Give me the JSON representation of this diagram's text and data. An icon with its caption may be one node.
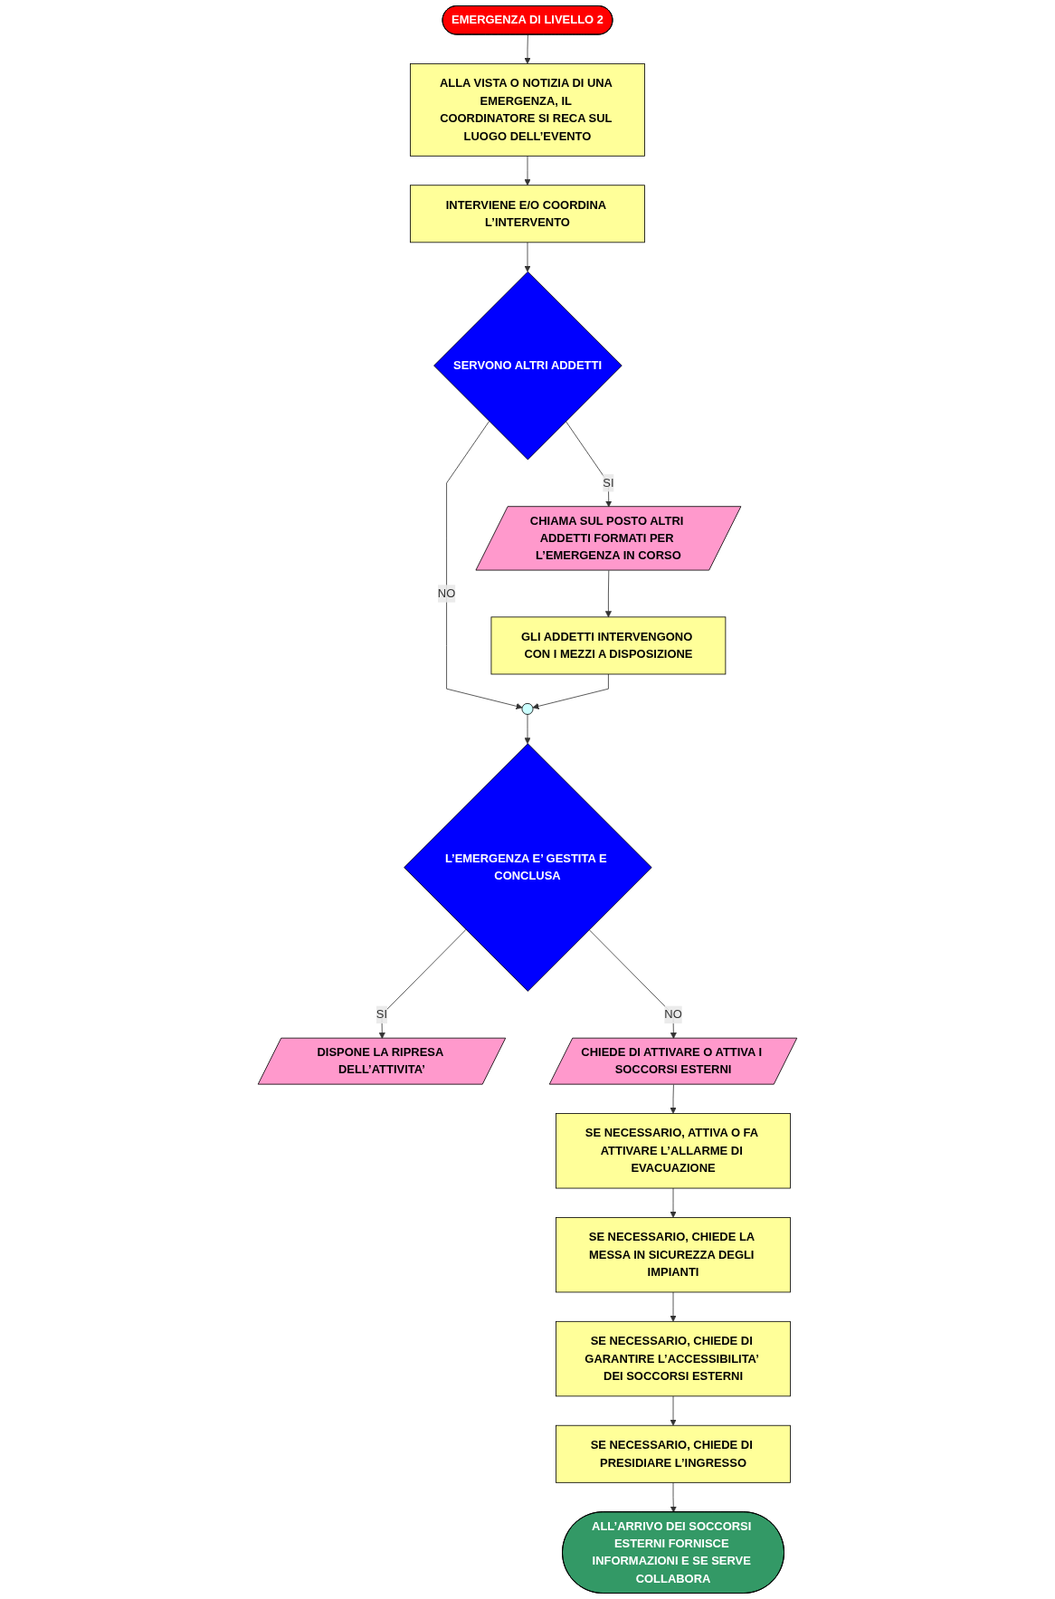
{
  "diagram": {
    "nodes": [
      {
        "text": [
          "EMERGENZA DI LIVELLO 2"
        ]
      },
      {
        "text": [
          "ALLA VISTA O NOTIZIA DI UNA EMERGENZA, IL COORDINATORE SI RECA SUL LUOGO DELL’EVENTO"
        ]
      },
      {
        "text": [
          "INTERVIENE E/O COORDINA L’INTERVENTO"
        ]
      },
      {
        "text": [
          "SERVONO ALTRI ADDETTI"
        ]
      },
      {
        "text": [
          "CHIAMA SUL POSTO ALTRI ADDETTI FORMATI PER L’EMERGENZA IN CORSO"
        ]
      },
      {
        "text": [
          "GLI ADDETTI INTERVENGONO CON I MEZZI A DISPOSIZIONE"
        ]
      },
      {
        "text": [],
        "shape": "circle"
      },
      {
        "text": [
          "L’EMERGENZA E’ GESTITA E CONCLUSA"
        ]
      },
      {
        "text": [
          "DISPONE LA RIPRESA DELL’ATTIVITA’"
        ]
      },
      {
        "text": [
          "CHIEDE DI ATTIVARE O ATTIVA I SOCCORSI ESTERNI"
        ]
      },
      {
        "text": [
          "SE NECESSARIO, ATTIVA O FA ATTIVARE L’ALLARME DI EVACUAZIONE"
        ]
      },
      {
        "text": [
          "SE NECESSARIO, CHIEDE LA MESSA IN SICUREZZA DEGLI IMPIANTI"
        ]
      },
      {
        "text": [
          "SE NECESSARIO, CHIEDE DI GARANTIRE L’ACCESSIBILITA’ DEI SOCCORSI ESTERNI"
        ]
      },
      {
        "text": [
          "SE NECESSARIO, CHIEDE DI PRESIDIARE L’INGRESSO"
        ]
      },
      {
        "text": [
          "ALL’ARRIVO DEI SOCCORSI ESTERNI FORNISCE INFORMAZIONI E SE SERVE COLLABORA"
        ]
      }
    ],
    "edges": [
      {
        "from": 0,
        "to": 1,
        "arrow": "to"
      },
      {
        "from": 1,
        "to": 2,
        "arrow": "to"
      },
      {
        "from": 2,
        "to": 3,
        "arrow": "to"
      },
      {
        "from": 3,
        "to": 4,
        "arrow": "to",
        "label": "SI"
      },
      {
        "from": 4,
        "to": 5,
        "arrow": "to"
      },
      {
        "from": 3,
        "to": 6,
        "arrow": "to",
        "label": "NO"
      },
      {
        "from": 5,
        "to": 6,
        "arrow": "to"
      },
      {
        "from": 6,
        "to": 7,
        "arrow": "to"
      },
      {
        "from": 7,
        "to": 8,
        "arrow": "to",
        "label": "SI"
      },
      {
        "from": 7,
        "to": 9,
        "arrow": "to",
        "label": "NO"
      },
      {
        "from": 9,
        "to": 10,
        "arrow": "to"
      },
      {
        "from": 10,
        "to": 11,
        "arrow": "to"
      },
      {
        "from": 11,
        "to": 12,
        "arrow": "to"
      },
      {
        "from": 12,
        "to": 13,
        "arrow": "to"
      },
      {
        "from": 13,
        "to": 14,
        "arrow": "to"
      }
    ]
  }
}
